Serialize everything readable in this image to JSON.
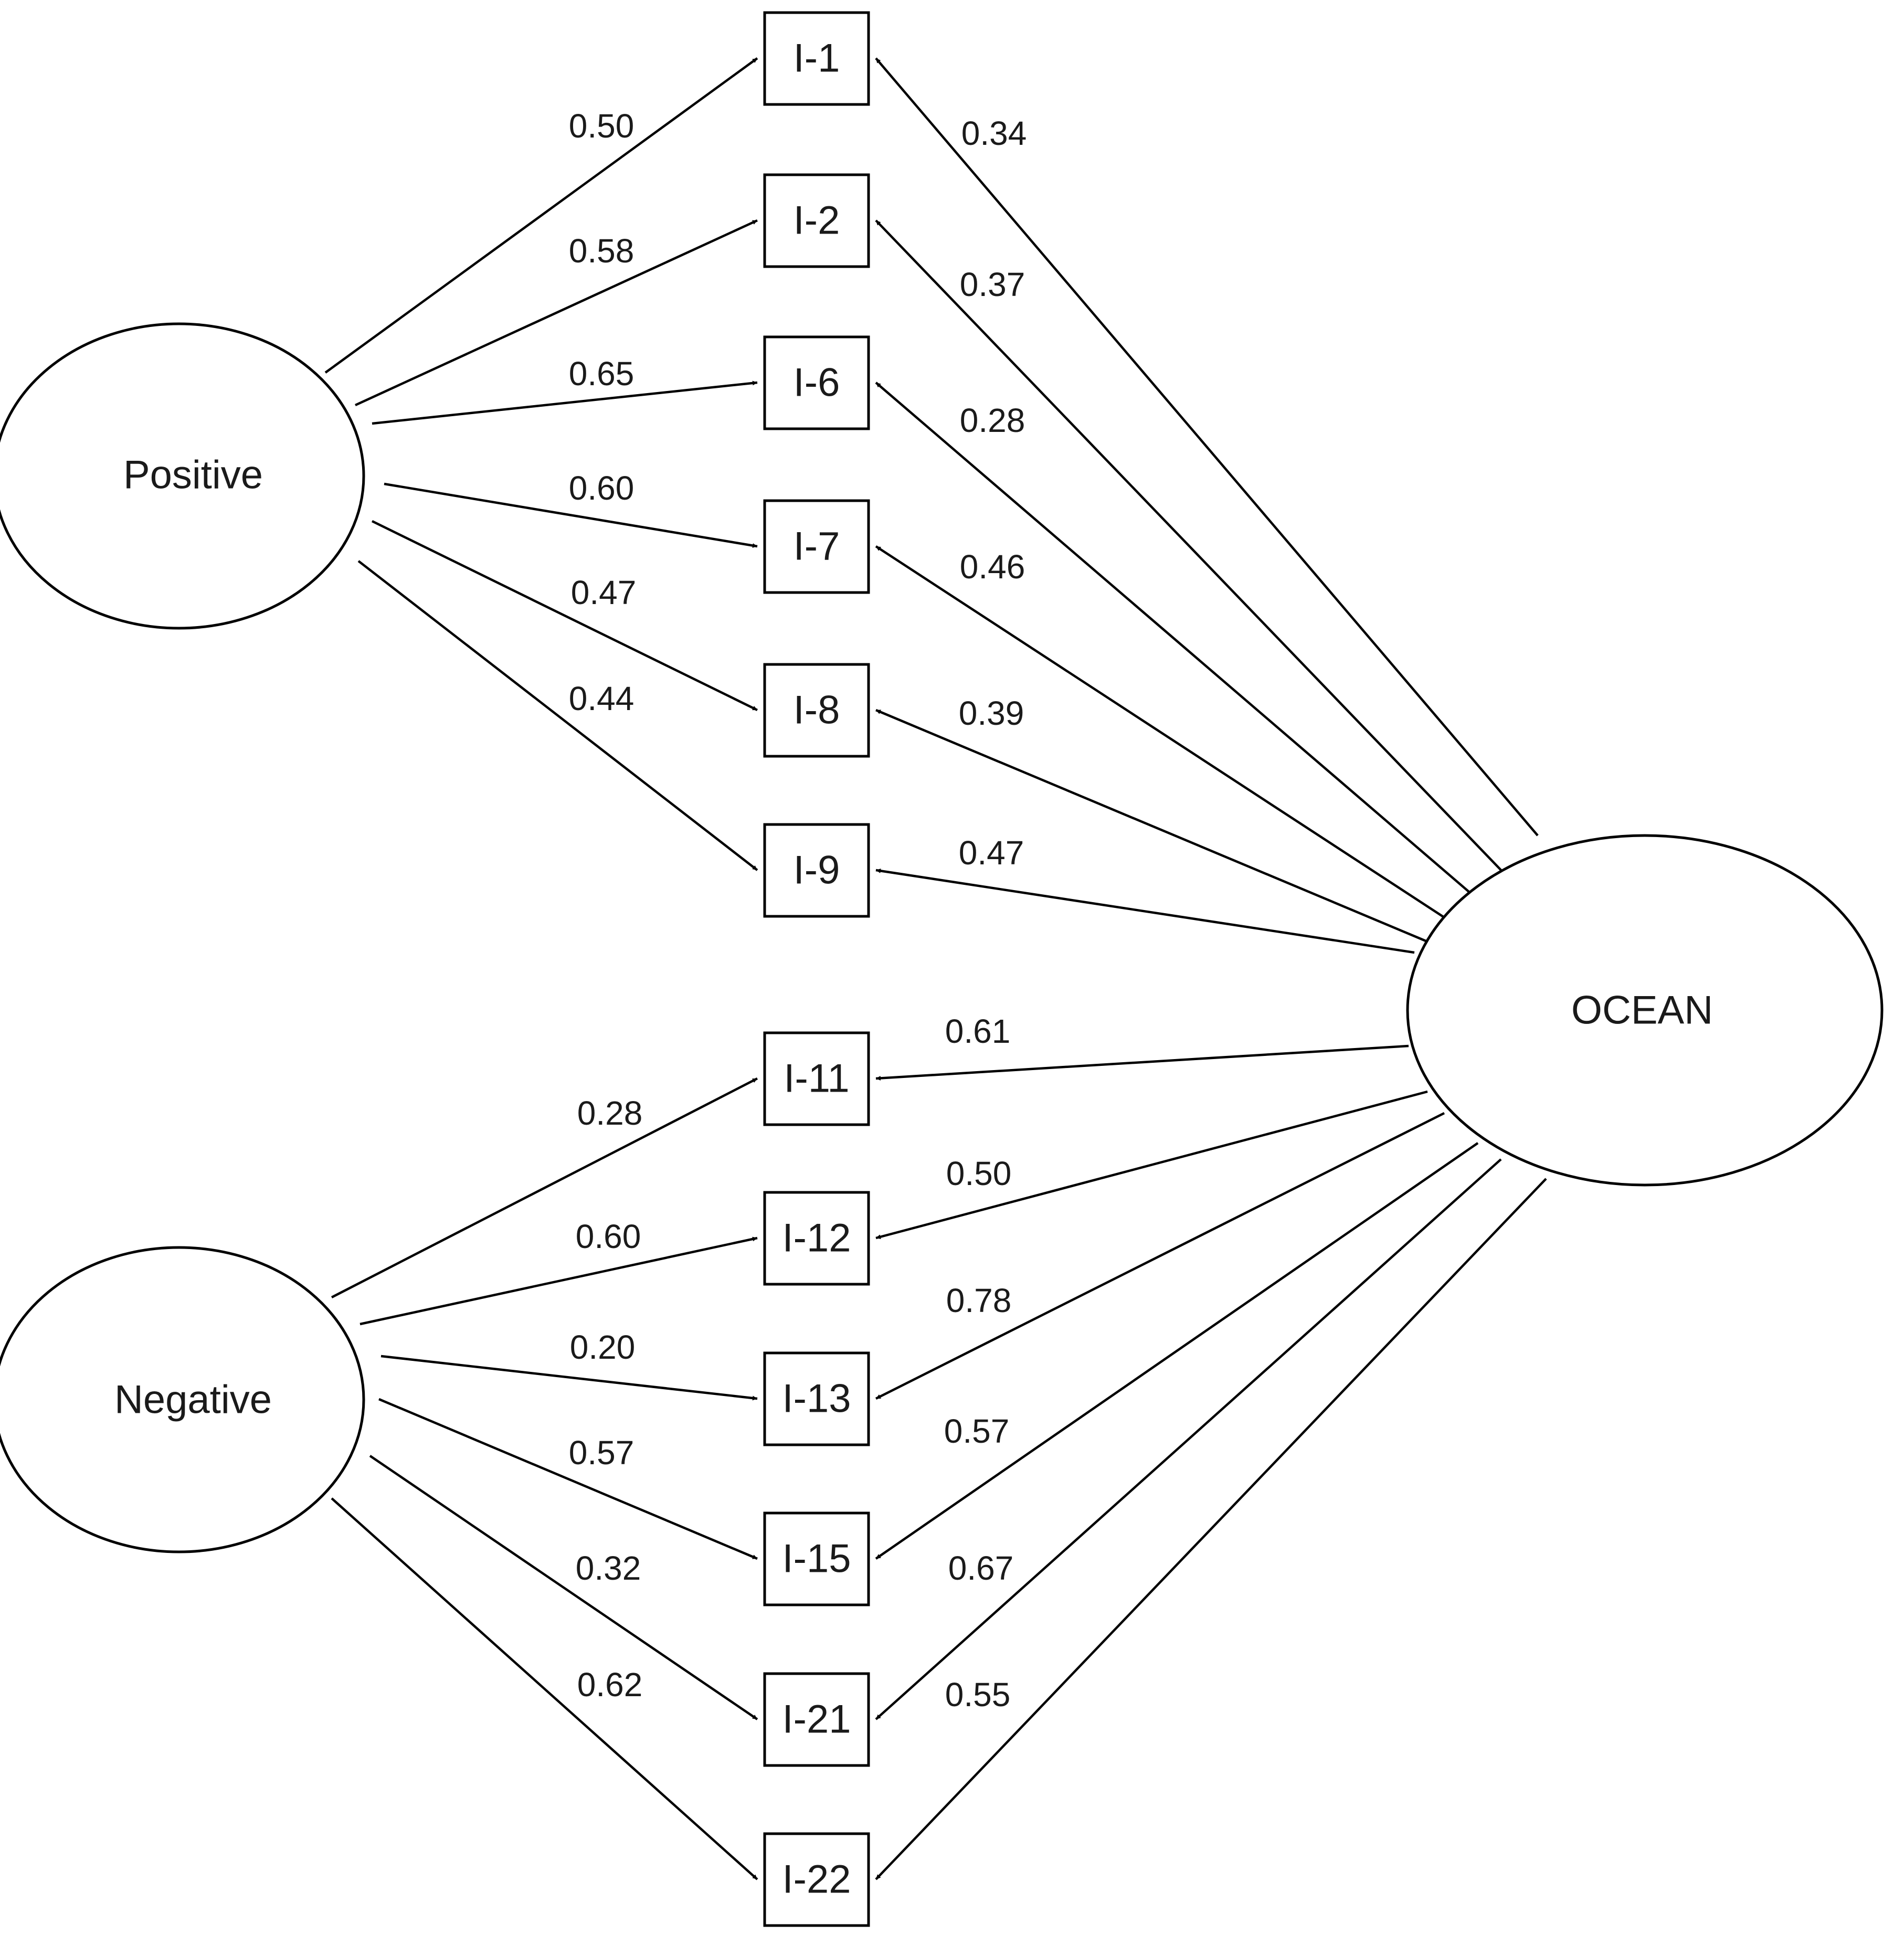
{
  "factors": {
    "positive": "Positive",
    "negative": "Negative",
    "ocean": "OCEAN"
  },
  "items": [
    {
      "id": "i1",
      "label": "I-1"
    },
    {
      "id": "i2",
      "label": "I-2"
    },
    {
      "id": "i6",
      "label": "I-6"
    },
    {
      "id": "i7",
      "label": "I-7"
    },
    {
      "id": "i8",
      "label": "I-8"
    },
    {
      "id": "i9",
      "label": "I-9"
    },
    {
      "id": "i11",
      "label": "I-11"
    },
    {
      "id": "i12",
      "label": "I-12"
    },
    {
      "id": "i13",
      "label": "I-13"
    },
    {
      "id": "i15",
      "label": "I-15"
    },
    {
      "id": "i21",
      "label": "I-21"
    },
    {
      "id": "i22",
      "label": "I-22"
    }
  ],
  "loadings": [
    {
      "from": "positive",
      "to": "i1",
      "value": "0.50"
    },
    {
      "from": "positive",
      "to": "i2",
      "value": "0.58"
    },
    {
      "from": "positive",
      "to": "i6",
      "value": "0.65"
    },
    {
      "from": "positive",
      "to": "i7",
      "value": "0.60"
    },
    {
      "from": "positive",
      "to": "i8",
      "value": "0.47"
    },
    {
      "from": "positive",
      "to": "i9",
      "value": "0.44"
    },
    {
      "from": "negative",
      "to": "i11",
      "value": "0.28"
    },
    {
      "from": "negative",
      "to": "i12",
      "value": "0.60"
    },
    {
      "from": "negative",
      "to": "i13",
      "value": "0.20"
    },
    {
      "from": "negative",
      "to": "i15",
      "value": "0.57"
    },
    {
      "from": "negative",
      "to": "i21",
      "value": "0.32"
    },
    {
      "from": "negative",
      "to": "i22",
      "value": "0.62"
    },
    {
      "from": "ocean",
      "to": "i1",
      "value": "0.34"
    },
    {
      "from": "ocean",
      "to": "i2",
      "value": "0.37"
    },
    {
      "from": "ocean",
      "to": "i6",
      "value": "0.28"
    },
    {
      "from": "ocean",
      "to": "i7",
      "value": "0.46"
    },
    {
      "from": "ocean",
      "to": "i8",
      "value": "0.39"
    },
    {
      "from": "ocean",
      "to": "i9",
      "value": "0.47"
    },
    {
      "from": "ocean",
      "to": "i11",
      "value": "0.61"
    },
    {
      "from": "ocean",
      "to": "i12",
      "value": "0.50"
    },
    {
      "from": "ocean",
      "to": "i13",
      "value": "0.78"
    },
    {
      "from": "ocean",
      "to": "i15",
      "value": "0.57"
    },
    {
      "from": "ocean",
      "to": "i21",
      "value": "0.67"
    },
    {
      "from": "ocean",
      "to": "i22",
      "value": "0.55"
    }
  ]
}
